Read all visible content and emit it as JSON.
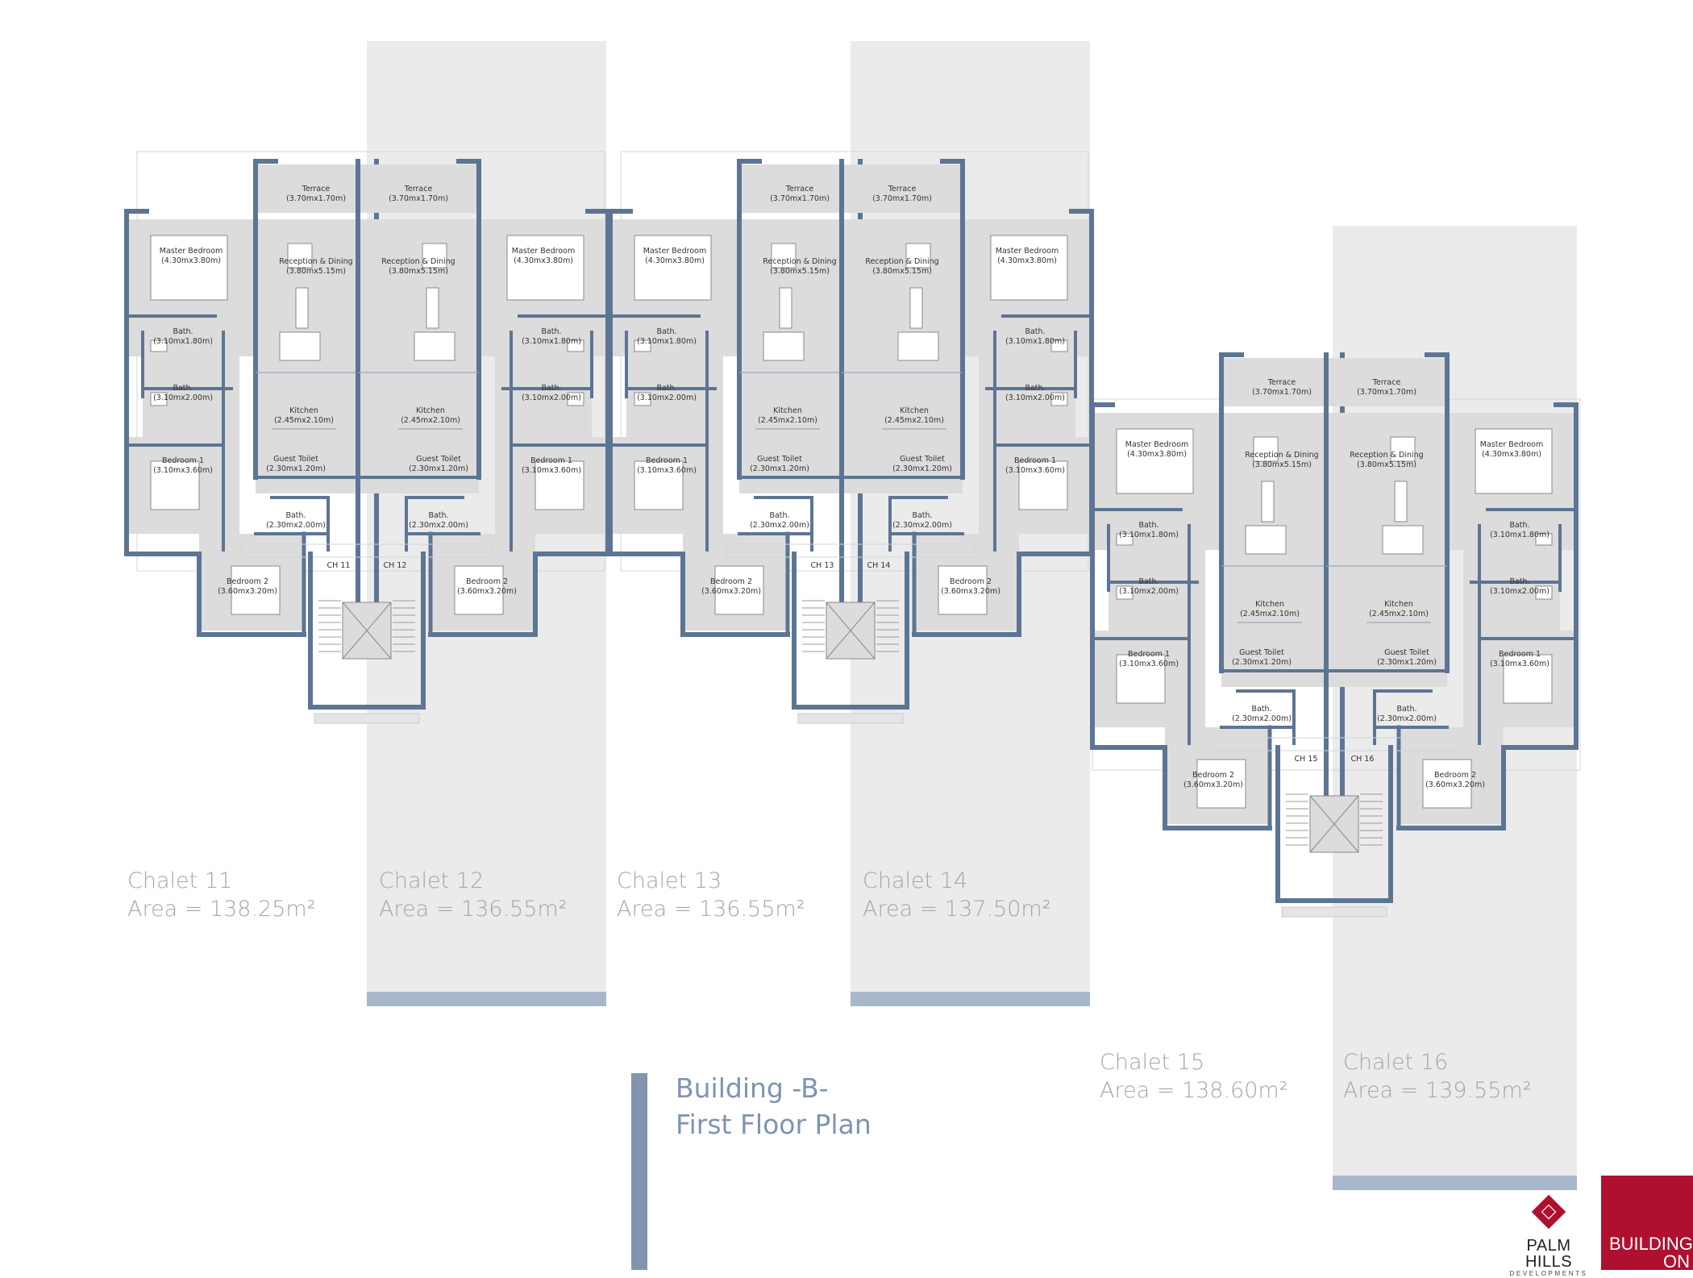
{
  "title": {
    "line1": "Building -B-",
    "line2": "First Floor Plan"
  },
  "chalets": [
    {
      "name": "Chalet 11",
      "area": "Area = 138.25m²"
    },
    {
      "name": "Chalet 12",
      "area": "Area = 136.55m²"
    },
    {
      "name": "Chalet 13",
      "area": "Area = 136.55m²"
    },
    {
      "name": "Chalet 14",
      "area": "Area = 137.50m²"
    },
    {
      "name": "Chalet 15",
      "area": "Area = 138.60m²"
    },
    {
      "name": "Chalet 16",
      "area": "Area = 139.55m²"
    }
  ],
  "stairs": [
    "CH 11",
    "CH 12",
    "CH 13",
    "CH 14",
    "CH 15",
    "CH 16"
  ],
  "rooms": {
    "terrace": {
      "name": "Terrace",
      "size": "(3.70mx1.70m)"
    },
    "reception": {
      "name": "Reception & Dining",
      "size": "(3.80mx5.15m)"
    },
    "master": {
      "name": "Master Bedroom",
      "size": "(4.30mx3.80m)"
    },
    "bath1": {
      "name": "Bath.",
      "size": "(3.10mx1.80m)"
    },
    "bath2": {
      "name": "Bath.",
      "size": "(3.10mx2.00m)"
    },
    "kitchen": {
      "name": "Kitchen",
      "size": "(2.45mx2.10m)"
    },
    "bedroom1": {
      "name": "Bedroom 1",
      "size": "(3.10mx3.60m)"
    },
    "guest": {
      "name": "Guest Toilet",
      "size": "(2.30mx1.20m)"
    },
    "bath3": {
      "name": "Bath.",
      "size": "(2.30mx2.00m)"
    },
    "bedroom2": {
      "name": "Bedroom 2",
      "size": "(3.60mx3.20m)"
    }
  },
  "logo": {
    "name": "PALM HILLS",
    "sub": "DEVELOPMENTS"
  },
  "tagline": {
    "line1": "BUILDING",
    "line2": "ON"
  },
  "colors": {
    "wall": "#5d7594",
    "band": "#ebebeb",
    "band_bar": "#a9b7cc",
    "room_fill": "#dcdcdc",
    "title": "#7e93b4",
    "label": "#a6a6a6",
    "brand_red": "#b0102f"
  }
}
